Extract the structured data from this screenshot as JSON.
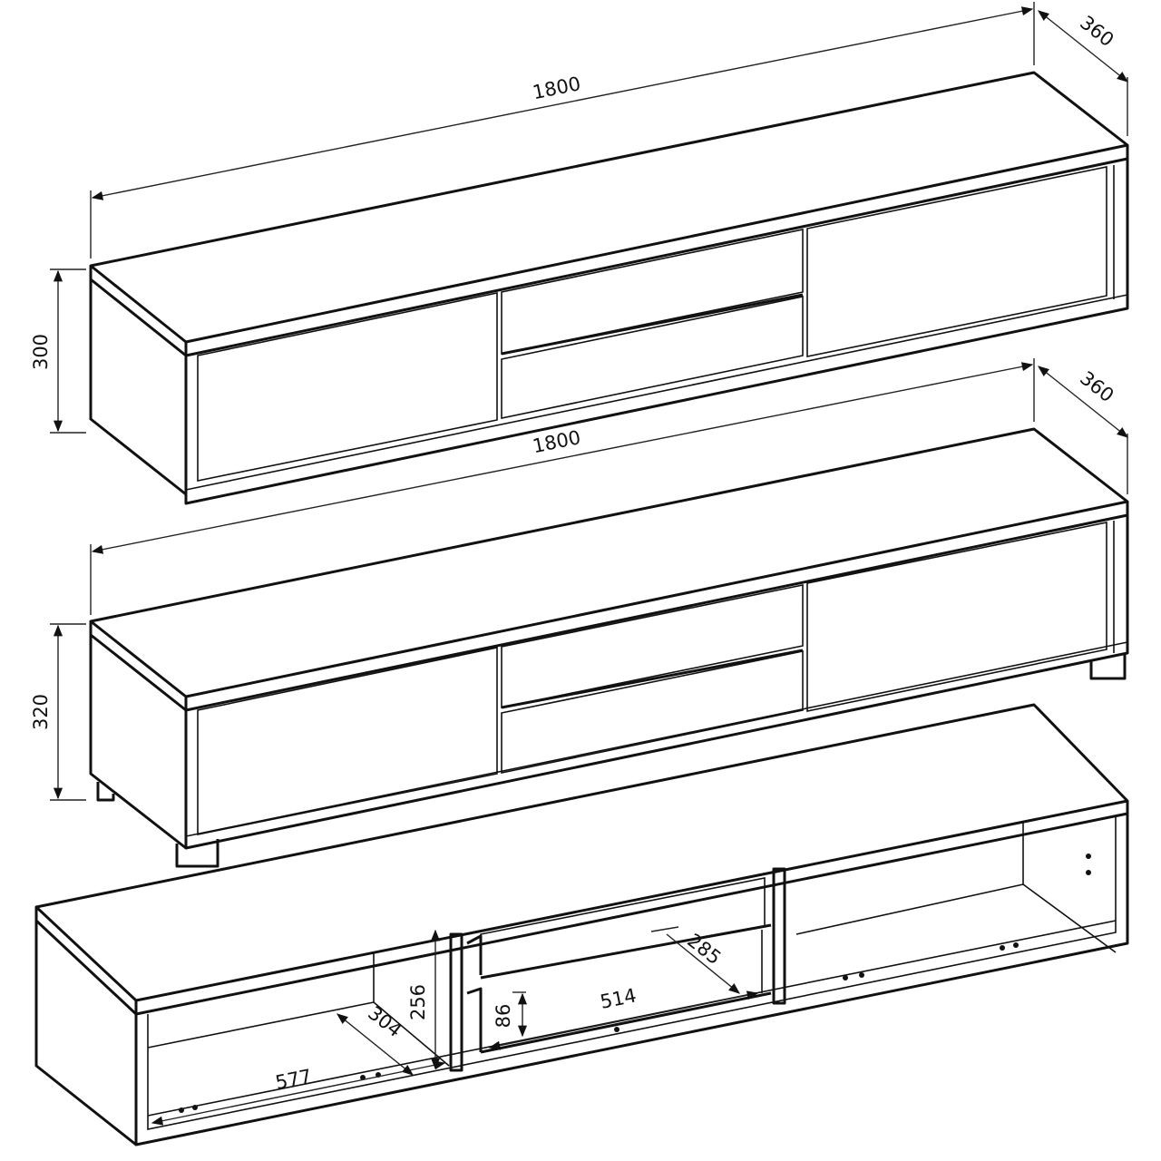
{
  "cabinet_top": {
    "width_label": "1800",
    "depth_label": "360",
    "height_label": "300"
  },
  "cabinet_middle": {
    "width_label": "1800",
    "depth_label": "360",
    "height_label": "320"
  },
  "cabinet_bottom_open": {
    "left_compartment_width": "577",
    "left_compartment_depth": "304",
    "left_compartment_height": "256",
    "drawer_width": "514",
    "drawer_depth": "285",
    "drawer_height": "86"
  },
  "colors": {
    "line": "#111111",
    "background": "#ffffff"
  }
}
